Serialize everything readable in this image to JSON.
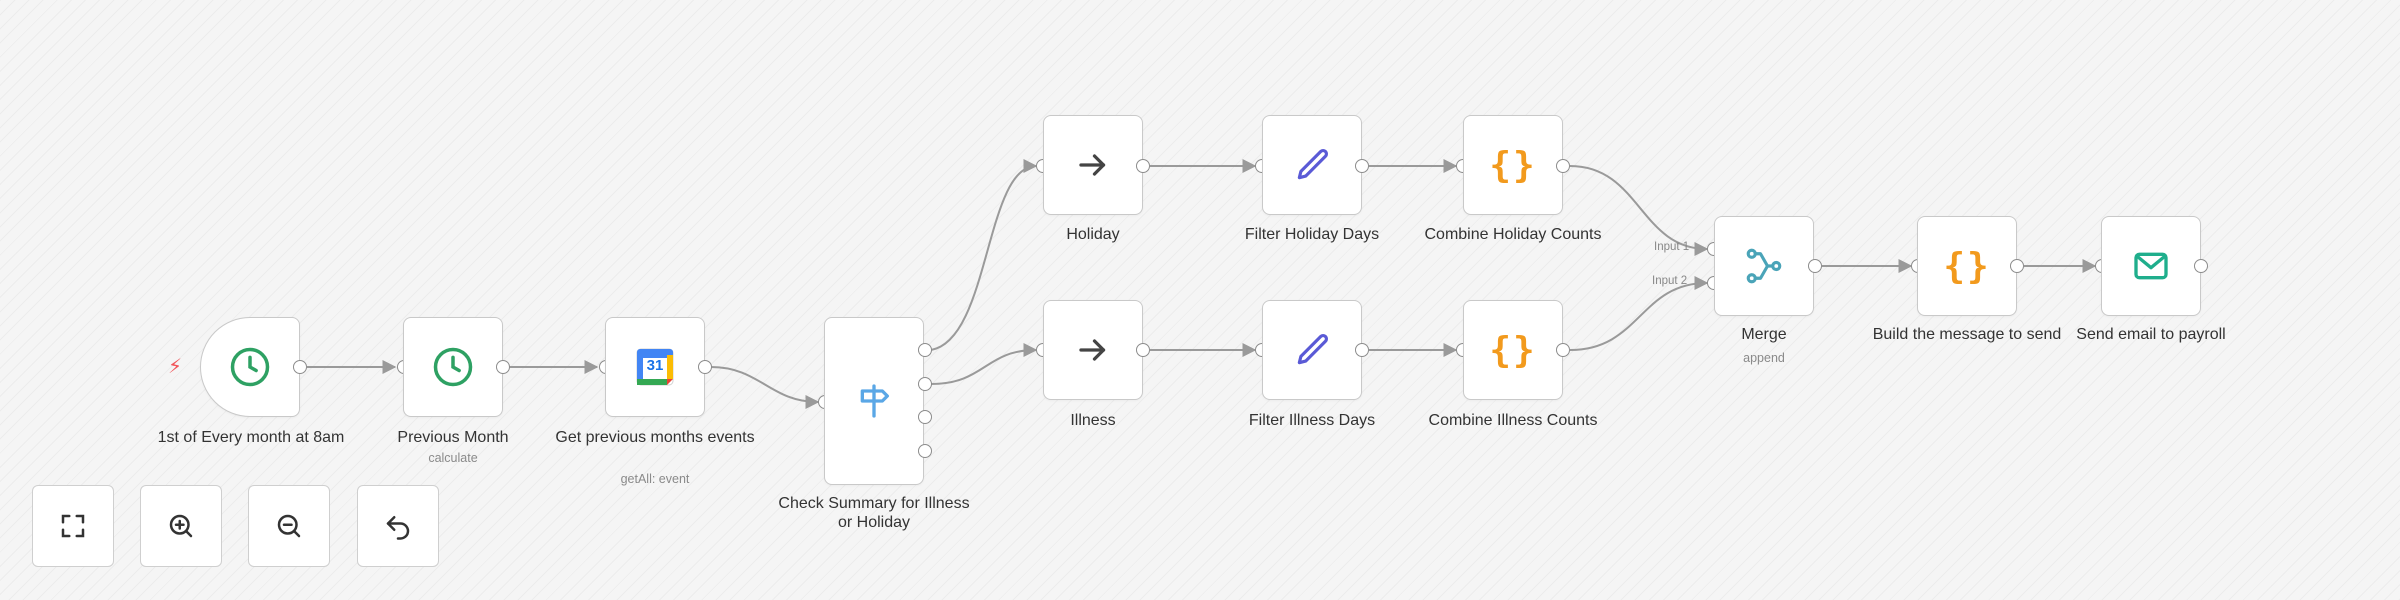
{
  "nodes": {
    "trigger": {
      "label": "1st of Every month at 8am",
      "icon": "clock-icon",
      "color": "#2ea163"
    },
    "previous_month": {
      "label": "Previous Month",
      "sublabel": "calculate",
      "icon": "clock-icon",
      "color": "#2ea163"
    },
    "get_events": {
      "label": "Get previous months events",
      "sublabel": "getAll: event",
      "icon": "google-calendar-icon",
      "calendar_day": "31"
    },
    "check_summary": {
      "label": "Check Summary for Illness or Holiday",
      "icon": "signpost-icon",
      "color": "#5aa7e6"
    },
    "holiday": {
      "label": "Holiday",
      "icon": "arrow-right-icon"
    },
    "illness": {
      "label": "Illness",
      "icon": "arrow-right-icon"
    },
    "filter_holiday": {
      "label": "Filter Holiday Days",
      "icon": "pencil-icon",
      "color": "#5a5ad6"
    },
    "filter_illness": {
      "label": "Filter Illness Days",
      "icon": "pencil-icon",
      "color": "#5a5ad6"
    },
    "combine_holiday": {
      "label": "Combine Holiday Counts",
      "icon": "braces-icon",
      "glyph": "{}",
      "color": "#f29a1d"
    },
    "combine_illness": {
      "label": "Combine Illness Counts",
      "icon": "braces-icon",
      "glyph": "{}",
      "color": "#f29a1d"
    },
    "merge": {
      "label": "Merge",
      "sublabel": "append",
      "icon": "merge-icon",
      "color": "#4aa4b8",
      "input1": "Input 1",
      "input2": "Input 2"
    },
    "build_message": {
      "label": "Build the message to send",
      "icon": "braces-icon",
      "glyph": "{}",
      "color": "#f29a1d"
    },
    "send_email": {
      "label": "Send email to payroll",
      "icon": "envelope-icon",
      "color": "#1fae8c"
    }
  },
  "controls": {
    "fit_view": {
      "icon": "fit-view-icon"
    },
    "zoom_in": {
      "icon": "zoom-in-icon"
    },
    "zoom_out": {
      "icon": "zoom-out-icon"
    },
    "reset": {
      "icon": "undo-icon"
    }
  },
  "colors": {
    "edge": "#9a9a9a",
    "port": "#8c8c8c",
    "trigger_bolt": "#f2555a"
  }
}
